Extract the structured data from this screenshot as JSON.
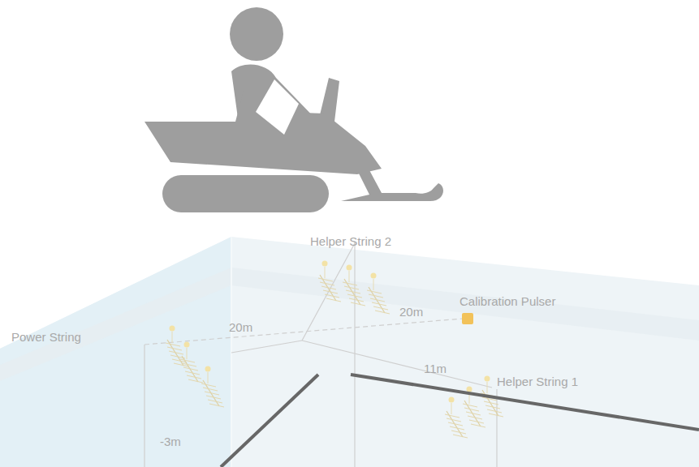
{
  "diagram": {
    "labels": [
      "Helper String 2",
      "Calibration Pulser",
      "Power String",
      "20m",
      "20m",
      "11m",
      "Helper String 1",
      "-3m"
    ]
  }
}
